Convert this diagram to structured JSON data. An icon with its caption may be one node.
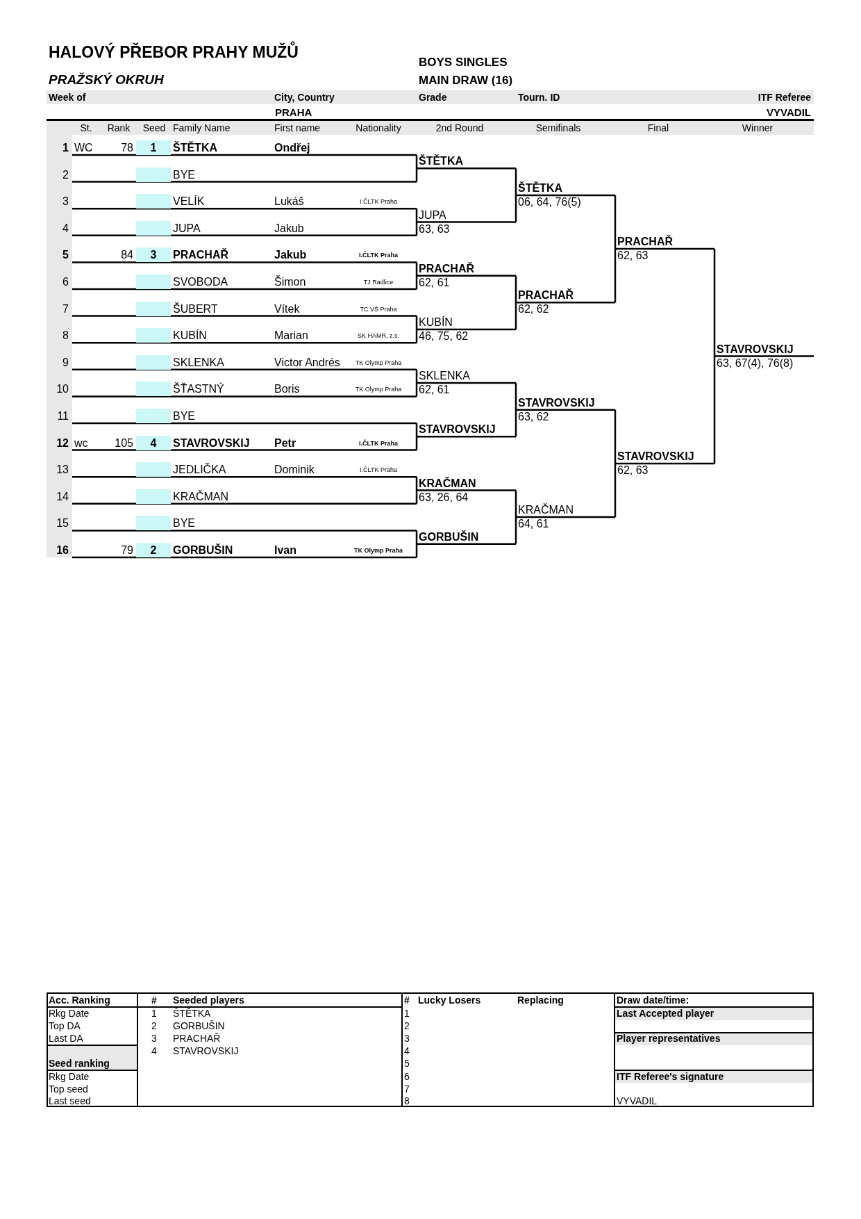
{
  "diagram": {
    "title": "HALOVÝ PŘEBOR PRAHY MUŽŮ",
    "labels": [
      "PRAŽSKÝ OKRUH",
      "BOYS SINGLES",
      "MAIN DRAW (16)",
      "Week of",
      "City, Country",
      "Grade",
      "Tourn. ID",
      "ITF Referee",
      "PRAHA",
      "VYVADIL",
      "St.",
      "Rank",
      "Seed",
      "Family Name",
      "First name",
      "Nationality",
      "2nd Round",
      "Semifinals",
      "Final",
      "Winner",
      "1",
      "WC",
      "78",
      "1",
      "ŠTĚTKA",
      "Ondřej",
      "2",
      "BYE",
      "3",
      "VELÍK",
      "Lukáš",
      "I.ČLTK Praha",
      "4",
      "JUPA",
      "Jakub",
      "5",
      "84",
      "3",
      "PRACHAŘ",
      "Jakub",
      "I.ČLTK Praha",
      "6",
      "SVOBODA",
      "Šimon",
      "TJ Radlice",
      "7",
      "ŠUBERT",
      "Vítek",
      "TC VŠ Praha",
      "8",
      "KUBÍN",
      "Marian",
      "SK HAMR, z.s.",
      "9",
      "SKLENKA",
      "Victor Andrés",
      "TK Olymp Praha",
      "10",
      "ŠŤASTNÝ",
      "Boris",
      "TK Olymp Praha",
      "11",
      "BYE",
      "12",
      "wc",
      "105",
      "4",
      "STAVROVSKIJ",
      "Petr",
      "I.ČLTK Praha",
      "13",
      "JEDLIČKA",
      "Dominik",
      "I.ČLTK Praha",
      "14",
      "KRAČMAN",
      "15",
      "BYE",
      "16",
      "79",
      "2",
      "GORBUŠIN",
      "Ivan",
      "TK Olymp Praha",
      "ŠTĚTKA",
      "JUPA",
      "63, 63",
      "PRACHAŘ",
      "62, 61",
      "KUBÍN",
      "46, 75, 62",
      "SKLENKA",
      "62, 61",
      "STAVROVSKIJ",
      "KRAČMAN",
      "63, 26, 64",
      "GORBUŠIN",
      "ŠTĚTKA",
      "06, 64, 76(5)",
      "PRACHAŘ",
      "62, 62",
      "STAVROVSKIJ",
      "63, 62",
      "KRAČMAN",
      "64, 61",
      "PRACHAŘ",
      "62, 63",
      "STAVROVSKIJ",
      "62, 63",
      "STAVROVSKIJ",
      "63, 67(4), 76(8)",
      "Acc. Ranking",
      "#",
      "Seeded players",
      "#",
      "Lucky Losers",
      "Replacing",
      "Draw date/time:",
      "Rkg Date",
      "1",
      "ŠTĚTKA",
      "1",
      "Last Accepted player",
      "Top DA",
      "2",
      "GORBUŠIN",
      "2",
      "Last DA",
      "3",
      "PRACHAŘ",
      "3",
      "Player representatives",
      "4",
      "STAVROVSKIJ",
      "4",
      "Seed ranking",
      "5",
      "Rkg Date",
      "6",
      "ITF Referee's signature",
      "Top seed",
      "7",
      "Last seed",
      "8",
      "VYVADIL"
    ]
  }
}
